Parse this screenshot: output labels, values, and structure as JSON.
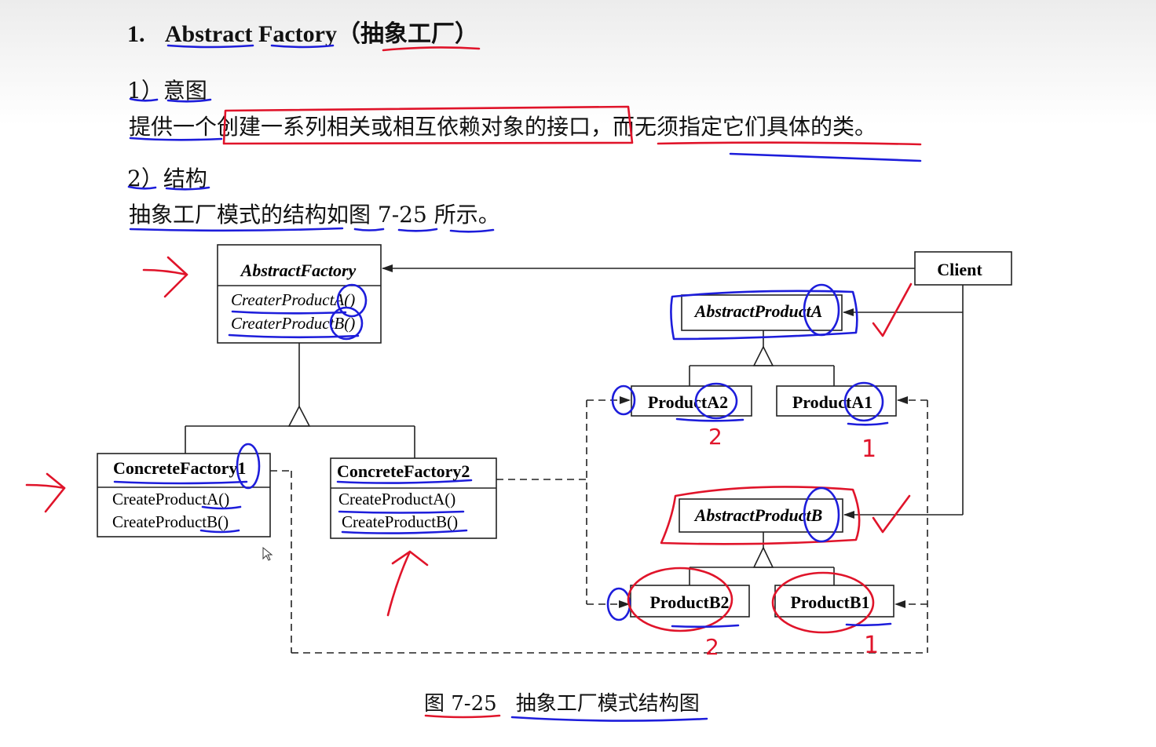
{
  "heading": {
    "number": "1.",
    "title": "Abstract Factory",
    "subtitle": "（抽象工厂）"
  },
  "section1": {
    "label": "1）意图",
    "text": "提供一个创建一系列相关或相互依赖对象的接口，而无须指定它们具体的类。"
  },
  "section2": {
    "label": "2）结构",
    "text": "抽象工厂模式的结构如图 7-25 所示。"
  },
  "diagram": {
    "abstract_factory": {
      "name": "AbstractFactory",
      "ops": [
        "CreaterProductA()",
        "CreaterProductB()"
      ]
    },
    "client": {
      "name": "Client"
    },
    "concrete_factory_1": {
      "name": "ConcreteFactory1",
      "ops": [
        "CreateProductA()",
        "CreateProductB()"
      ]
    },
    "concrete_factory_2": {
      "name": "ConcreteFactory2",
      "ops": [
        "CreateProductA()",
        "CreateProductB()"
      ]
    },
    "abstract_product_a": {
      "name": "AbstractProductA"
    },
    "abstract_product_b": {
      "name": "AbstractProductB"
    },
    "product_a2": {
      "name": "ProductA2"
    },
    "product_a1": {
      "name": "ProductA1"
    },
    "product_b2": {
      "name": "ProductB2"
    },
    "product_b1": {
      "name": "ProductB1"
    }
  },
  "caption": {
    "figure": "图 7-25",
    "title": "抽象工厂模式结构图"
  },
  "annotations": {
    "digits": [
      "2",
      "1",
      "2",
      "1"
    ]
  },
  "colors": {
    "ink_red": "#e0142a",
    "ink_blue": "#1d1ddb"
  }
}
